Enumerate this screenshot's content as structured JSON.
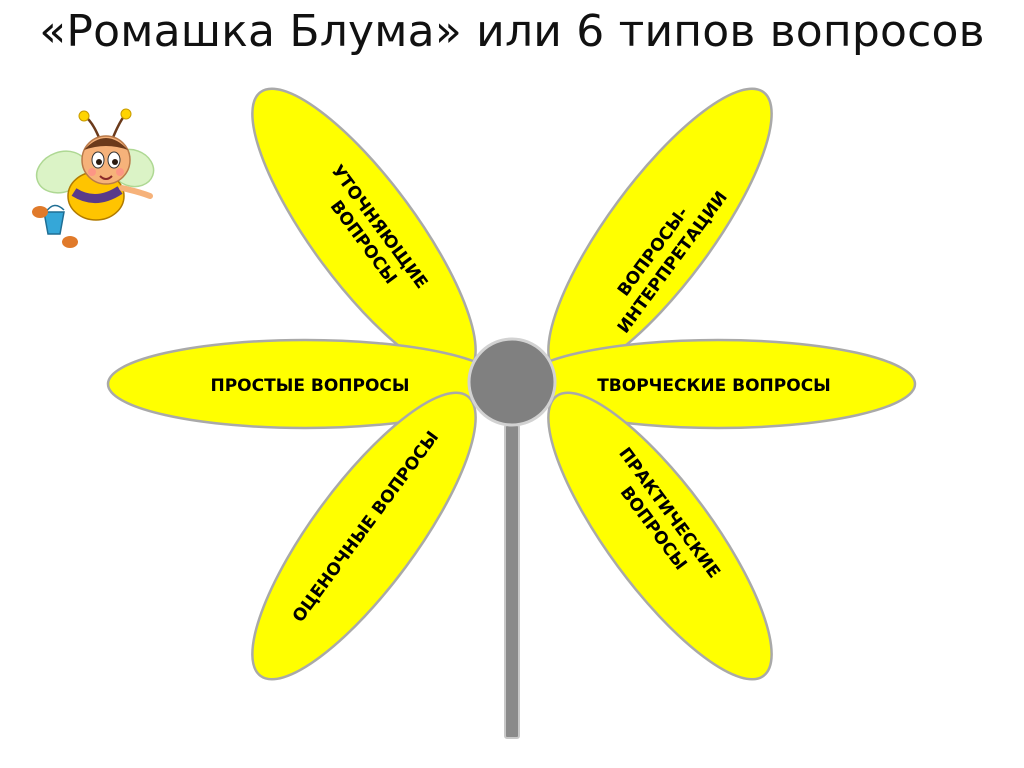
{
  "title": "«Ромашка Блума» или 6 типов вопросов",
  "colors": {
    "petal_fill": "#ffff00",
    "petal_stroke": "#a9a9a9",
    "center_fill": "#808080",
    "stem_fill": "#8a8a8a"
  },
  "petals": [
    {
      "id": "clarifying",
      "lines": [
        "УТОЧНЯЮЩИЕ",
        "ВОПРОСЫ"
      ]
    },
    {
      "id": "interpretation",
      "lines": [
        "ВОПРОСЫ-",
        "ИНТЕРПРЕТАЦИИ"
      ]
    },
    {
      "id": "simple",
      "lines": [
        "ПРОСТЫЕ ВОПРОСЫ"
      ]
    },
    {
      "id": "creative",
      "lines": [
        "ТВОРЧЕСКИЕ ВОПРОСЫ"
      ]
    },
    {
      "id": "evaluative",
      "lines": [
        "ОЦЕНОЧНЫЕ ВОПРОСЫ"
      ]
    },
    {
      "id": "practical",
      "lines": [
        "ПРАКТИЧЕСКИЕ",
        "ВОПРОСЫ"
      ]
    }
  ],
  "decoration": {
    "icon": "bee-icon"
  }
}
